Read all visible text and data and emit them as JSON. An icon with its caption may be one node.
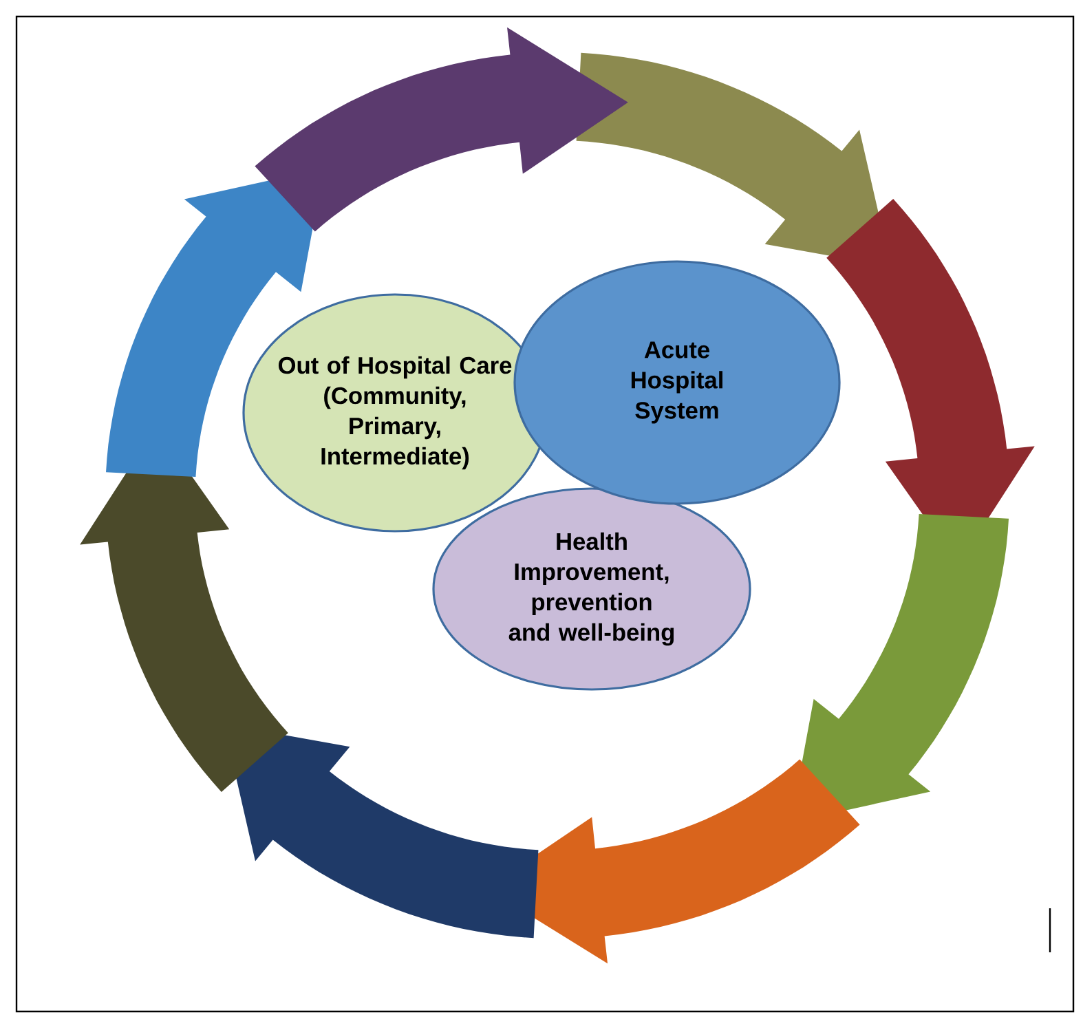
{
  "diagram": {
    "nodes": [
      {
        "text": [
          "Health Improvement, prevention and well-being"
        ]
      },
      {
        "text": [
          "Out of Hospital Care (Community, Primary, Intermediate)"
        ]
      },
      {
        "text": [
          "Acute Hospital System"
        ]
      }
    ]
  }
}
